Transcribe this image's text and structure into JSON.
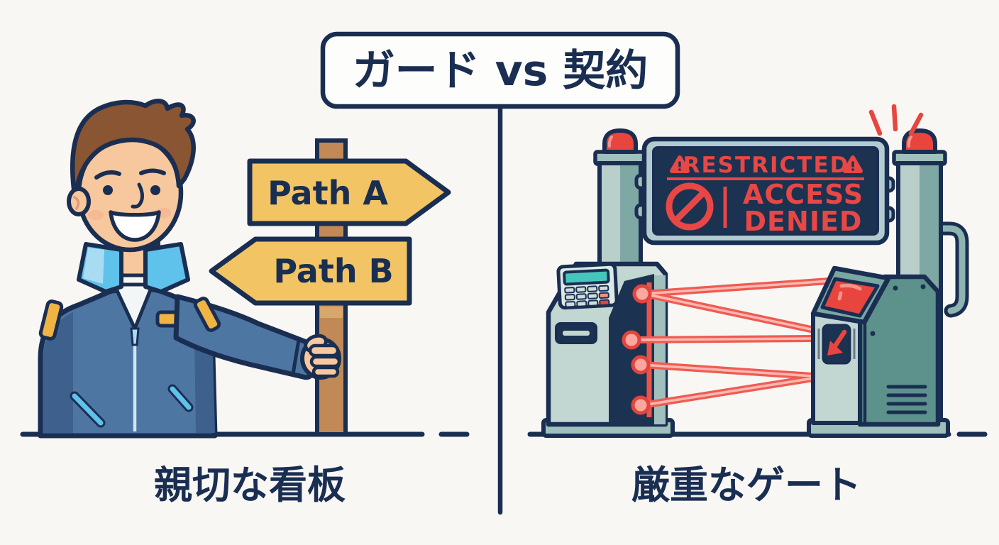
{
  "title": "ガード vs 契約",
  "left_scene": {
    "caption": "親切な看板",
    "sign_a_label": "Path A",
    "sign_b_label": "Path B"
  },
  "right_scene": {
    "caption": "厳重なゲート",
    "warning_header": "RESTRICTED",
    "denied_line1": "ACCESS",
    "denied_line2": "DENIED"
  },
  "colors": {
    "background": "#f8f7f4",
    "outline_navy": "#1a2e52",
    "sign_yellow": "#f2c464",
    "post_brown": "#c18955",
    "jacket_blue": "#4e76a3",
    "jacket_blue_dark": "#3d608c",
    "collar_blue": "#5ec2ea",
    "skin": "#f7c89d",
    "hair_brown": "#8a5532",
    "gate_teal_light": "#c2d6d2",
    "gate_teal_mid": "#5d918c",
    "column_teal": "#b9cfcb",
    "panel_navy": "#1c3251",
    "alert_red": "#e8453f",
    "laser_red": "#ef5b52",
    "accent_yellow": "#f0b445",
    "sign_frame": "#b3cbce"
  }
}
